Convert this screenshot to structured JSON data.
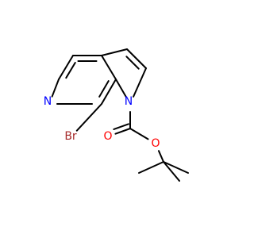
{
  "atoms": {
    "n_pyridine": {
      "label": "N",
      "color": "#0000ff"
    },
    "n_pyrrole": {
      "label": "N",
      "color": "#0000ff"
    },
    "bromine": {
      "label": "Br",
      "color": "#a52a2a"
    },
    "carbonyl_oxygen": {
      "label": "O",
      "color": "#ff0000"
    },
    "ester_oxygen": {
      "label": "O",
      "color": "#ff0000"
    }
  }
}
